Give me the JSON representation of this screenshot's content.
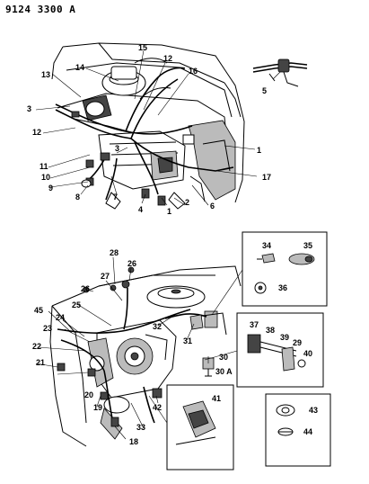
{
  "document": {
    "code": "9124 3300 A"
  },
  "labels": {
    "top_scene": [
      "15",
      "14",
      "12",
      "16",
      "13",
      "3",
      "12",
      "5",
      "1",
      "11",
      "10",
      "9",
      "8",
      "7",
      "3",
      "17",
      "4",
      "1",
      "2",
      "6"
    ],
    "bottom_scene": [
      "28",
      "27",
      "26",
      "26",
      "25",
      "45",
      "24",
      "23",
      "22",
      "21",
      "20",
      "19",
      "32",
      "31",
      "30",
      "30 A",
      "33",
      "18",
      "42",
      "41"
    ],
    "inset_connectors": [
      "34",
      "35",
      "36"
    ],
    "inset_bracket": [
      "37",
      "38",
      "39",
      "29",
      "40"
    ],
    "inset_clip": [
      "43",
      "44"
    ]
  }
}
